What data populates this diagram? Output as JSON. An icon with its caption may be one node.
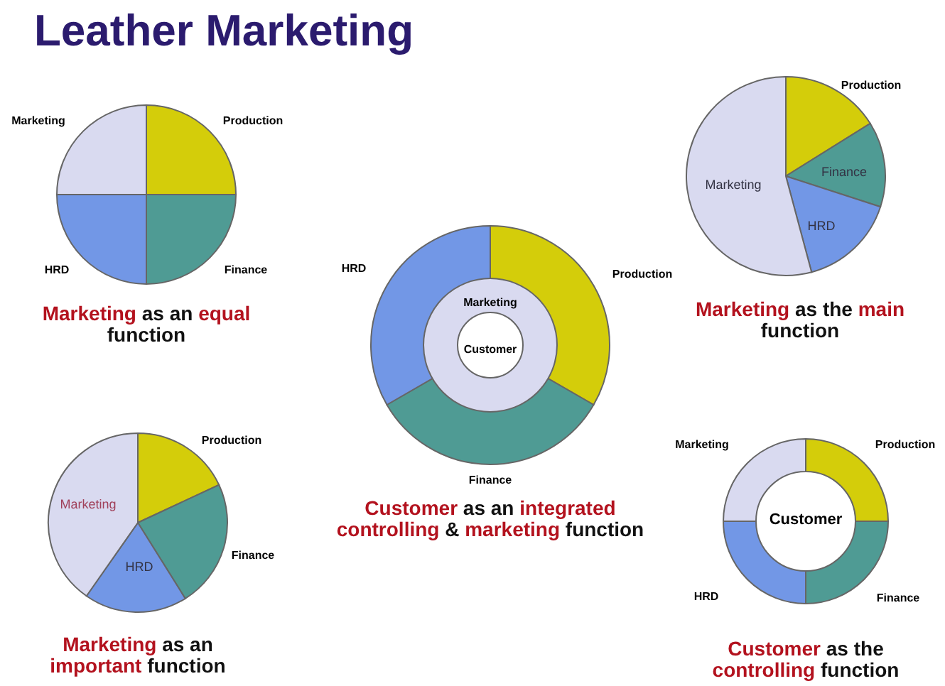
{
  "diagram": {
    "title": "Leather Marketing",
    "labels": [
      "Marketing",
      "Production",
      "HRD",
      "Finance",
      "**Marketing** as an **equal** function",
      "Production",
      "Marketing",
      "Finance",
      "HRD",
      "**Marketing** as the **main** function",
      "HRD",
      "Production",
      "Marketing",
      "Customer",
      "Finance",
      "**Customer** as an **integrated** **controlling** & **marketing** function",
      "Production",
      "Marketing",
      "Finance",
      "HRD",
      "**Marketing** as an **important** function",
      "Marketing",
      "Production",
      "Customer",
      "HRD",
      "Finance",
      "**Customer** as the **controlling** function"
    ]
  }
}
